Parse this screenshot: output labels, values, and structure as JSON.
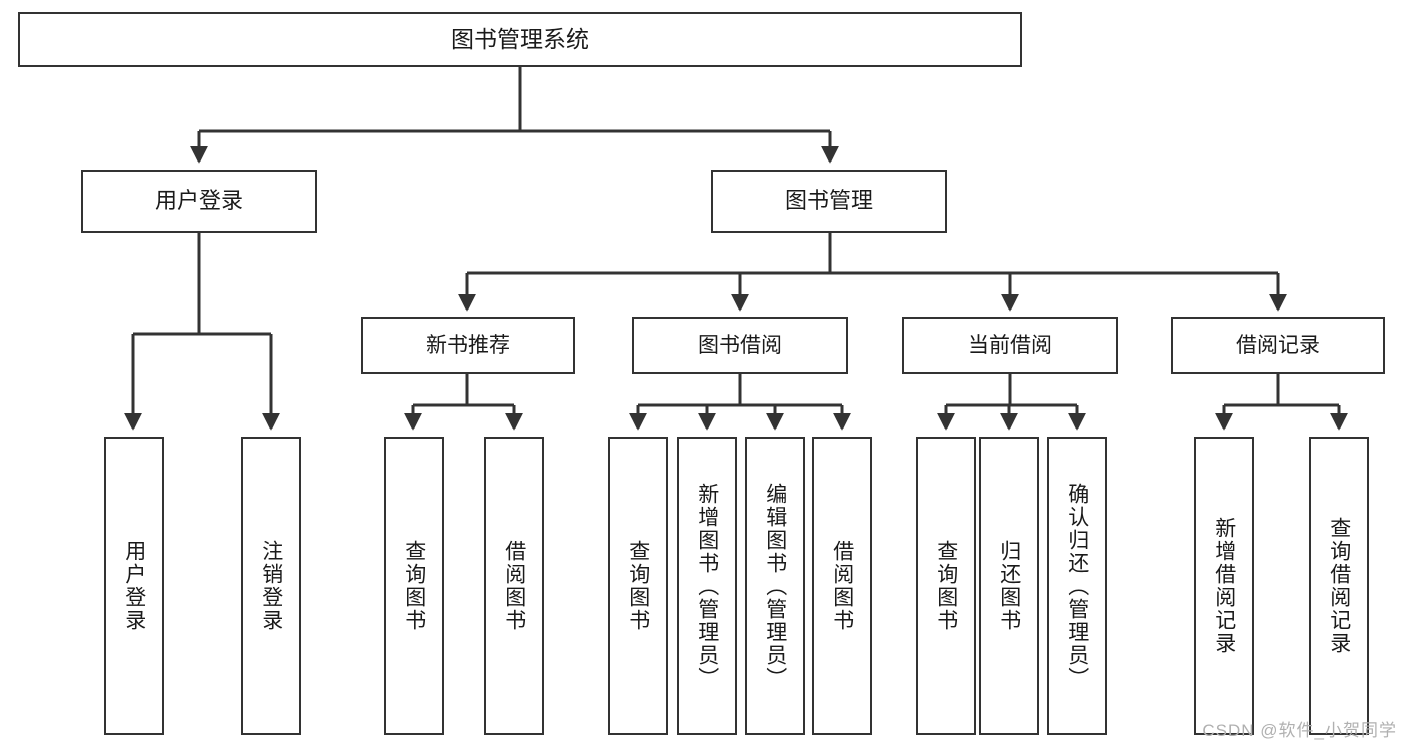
{
  "diagram": {
    "title": "图书管理系统",
    "type": "tree-hierarchy-diagram",
    "colors": {
      "box_border": "#333333",
      "box_fill": "#ffffff",
      "edge": "#333333",
      "text": "#1a1a1a",
      "watermark": "#b0b0b0",
      "background": "#ffffff"
    },
    "nodes": {
      "root": {
        "label": "图书管理系统"
      },
      "level1": [
        {
          "id": "user_login",
          "label": "用户登录"
        },
        {
          "id": "book_manage",
          "label": "图书管理"
        }
      ],
      "level2": [
        {
          "id": "new_book_rec",
          "label": "新书推荐"
        },
        {
          "id": "book_borrow",
          "label": "图书借阅"
        },
        {
          "id": "current_borrow",
          "label": "当前借阅"
        },
        {
          "id": "borrow_record",
          "label": "借阅记录"
        }
      ],
      "leaves": {
        "user_login": [
          {
            "id": "leaf_user_login",
            "label": "用户登录"
          },
          {
            "id": "leaf_user_logout",
            "label": "注销登录"
          }
        ],
        "new_book_rec": [
          {
            "id": "leaf_query_book_1",
            "label": "查询图书"
          },
          {
            "id": "leaf_borrow_book_1",
            "label": "借阅图书"
          }
        ],
        "book_borrow": [
          {
            "id": "leaf_query_book_2",
            "label": "查询图书"
          },
          {
            "id": "leaf_add_book",
            "label": "新增图书（管理员）"
          },
          {
            "id": "leaf_edit_book",
            "label": "编辑图书（管理员）"
          },
          {
            "id": "leaf_borrow_book_2",
            "label": "借阅图书"
          }
        ],
        "current_borrow": [
          {
            "id": "leaf_query_book_3",
            "label": "查询图书"
          },
          {
            "id": "leaf_return_book",
            "label": "归还图书"
          },
          {
            "id": "leaf_confirm_return",
            "label": "确认归还（管理员）"
          }
        ],
        "borrow_record": [
          {
            "id": "leaf_add_record",
            "label": "新增借阅记录"
          },
          {
            "id": "leaf_query_record",
            "label": "查询借阅记录"
          }
        ]
      }
    }
  },
  "watermark": {
    "text": "CSDN @软件_小贺同学"
  }
}
